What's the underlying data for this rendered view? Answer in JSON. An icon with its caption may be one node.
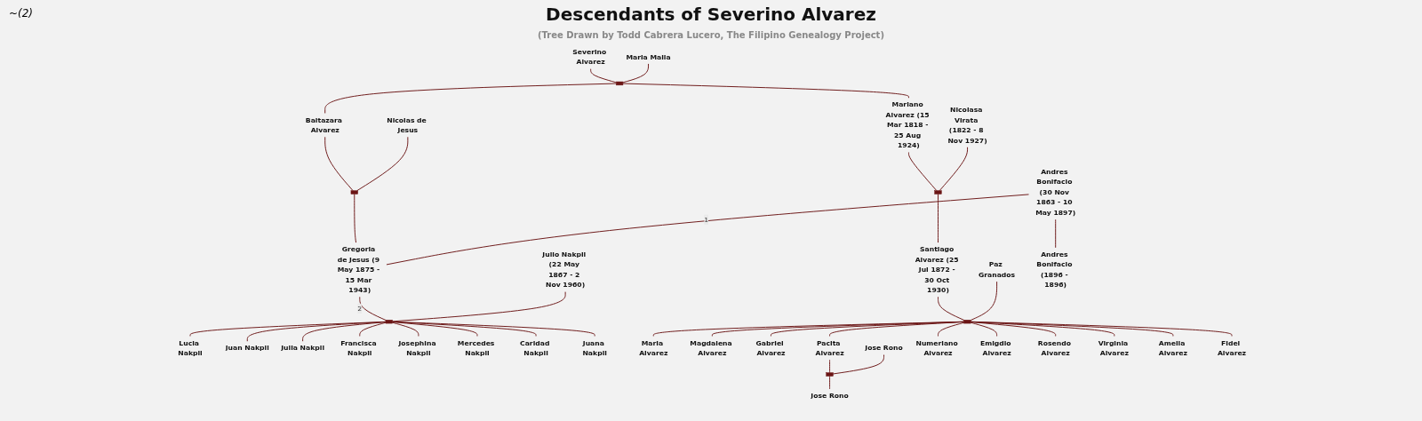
{
  "diagram": {
    "title": "Descendants of Severino Alvarez",
    "caption": "(Tree Drawn by Todd Cabrera Lucero, The Filipino Genealogy Project)",
    "nodes": [
      {
        "text": [
          "Severino Alvarez"
        ]
      },
      {
        "text": [],
        "shape": "bar"
      },
      {
        "text": [
          "Maria Malia"
        ]
      },
      {
        "text": [
          "Baltazara Alvarez"
        ]
      },
      {
        "text": [],
        "shape": "bar"
      },
      {
        "text": [
          "Nicolas de Jesus"
        ]
      },
      {
        "text": [
          "Mariano Alvarez (15 Mar 1818 - 25 Aug 1924)"
        ]
      },
      {
        "text": [],
        "shape": "bar"
      },
      {
        "text": [
          "Nicolasa Virata (1822 - 8 Nov 1927)"
        ]
      },
      {
        "text": [
          "Andres Bonifacio (30 Nov 1863 - 10 May 1897)"
        ]
      },
      {
        "text": [
          "Gregoria de Jesus (9 May 1875 - 15 Mar 1943)"
        ]
      },
      {
        "text": [],
        "shape": "bar"
      },
      {
        "text": [
          "Julio Nakpil (22 May 1867 - 2 Nov 1960)"
        ]
      },
      {
        "text": [
          "Santiago Alvarez (25 Jul 1872 - 30 Oct 1930)"
        ]
      },
      {
        "text": [],
        "shape": "bar"
      },
      {
        "text": [
          "Paz Granados"
        ]
      },
      {
        "text": [
          "Andres Bonifacio (1896 - 1896)"
        ]
      },
      {
        "text": [
          "Lucia Nakpil"
        ]
      },
      {
        "text": [
          "Juan Nakpil"
        ]
      },
      {
        "text": [
          "Julia Nakpil"
        ]
      },
      {
        "text": [
          "Francisca Nakpil"
        ]
      },
      {
        "text": [
          "Josephina Nakpil"
        ]
      },
      {
        "text": [
          "Mercedes Nakpil"
        ]
      },
      {
        "text": [
          "Caridad Nakpil"
        ]
      },
      {
        "text": [
          "Juana Nakpil"
        ]
      },
      {
        "text": [
          "Maria Alvarez"
        ]
      },
      {
        "text": [
          "Magdalena Alvarez"
        ]
      },
      {
        "text": [
          "Gabriel Alvarez"
        ]
      },
      {
        "text": [
          "Pacita Alvarez"
        ]
      },
      {
        "text": [],
        "shape": "bar"
      },
      {
        "text": [
          "Jose Rono"
        ]
      },
      {
        "text": [
          "Numeriano Alvarez"
        ]
      },
      {
        "text": [
          "Emigdio Alvarez"
        ]
      },
      {
        "text": [
          "Rosendo Alvarez"
        ]
      },
      {
        "text": [
          "Virginia Alvarez"
        ]
      },
      {
        "text": [
          "Amelia Alvarez"
        ]
      },
      {
        "text": [
          "Fidel Alvarez"
        ]
      },
      {
        "text": [
          "Jose Rono"
        ]
      }
    ],
    "edges": [
      {
        "from": 0,
        "to": 1,
        "arrow": "none"
      },
      {
        "from": 2,
        "to": 1,
        "arrow": "none"
      },
      {
        "from": 1,
        "to": 3,
        "arrow": "none"
      },
      {
        "from": 1,
        "to": 6,
        "arrow": "none"
      },
      {
        "from": 3,
        "to": 4,
        "arrow": "none"
      },
      {
        "from": 5,
        "to": 4,
        "arrow": "none"
      },
      {
        "from": 4,
        "to": 10,
        "arrow": "none"
      },
      {
        "from": 6,
        "to": 7,
        "arrow": "none"
      },
      {
        "from": 8,
        "to": 7,
        "arrow": "none"
      },
      {
        "from": 7,
        "to": 13,
        "arrow": "none"
      },
      {
        "from": 9,
        "to": 10,
        "label": "1",
        "arrow": "none"
      },
      {
        "from": 10,
        "to": 11,
        "label": "2",
        "arrow": "none"
      },
      {
        "from": 12,
        "to": 11,
        "arrow": "none"
      },
      {
        "from": 13,
        "to": 14,
        "arrow": "none"
      },
      {
        "from": 15,
        "to": 14,
        "arrow": "none"
      },
      {
        "from": 9,
        "to": 16,
        "arrow": "none"
      },
      {
        "from": 11,
        "to": 17,
        "arrow": "none"
      },
      {
        "from": 11,
        "to": 18,
        "arrow": "none"
      },
      {
        "from": 11,
        "to": 19,
        "arrow": "none"
      },
      {
        "from": 11,
        "to": 20,
        "arrow": "none"
      },
      {
        "from": 11,
        "to": 21,
        "arrow": "none"
      },
      {
        "from": 11,
        "to": 22,
        "arrow": "none"
      },
      {
        "from": 11,
        "to": 23,
        "arrow": "none"
      },
      {
        "from": 11,
        "to": 24,
        "arrow": "none"
      },
      {
        "from": 14,
        "to": 25,
        "arrow": "none"
      },
      {
        "from": 14,
        "to": 26,
        "arrow": "none"
      },
      {
        "from": 14,
        "to": 27,
        "arrow": "none"
      },
      {
        "from": 14,
        "to": 28,
        "arrow": "none"
      },
      {
        "from": 14,
        "to": 31,
        "arrow": "none"
      },
      {
        "from": 14,
        "to": 32,
        "arrow": "none"
      },
      {
        "from": 14,
        "to": 33,
        "arrow": "none"
      },
      {
        "from": 14,
        "to": 34,
        "arrow": "none"
      },
      {
        "from": 14,
        "to": 35,
        "arrow": "none"
      },
      {
        "from": 14,
        "to": 36,
        "arrow": "none"
      },
      {
        "from": 28,
        "to": 29,
        "arrow": "none"
      },
      {
        "from": 30,
        "to": 29,
        "arrow": "none"
      },
      {
        "from": 29,
        "to": 37,
        "arrow": "none"
      }
    ],
    "labels": [
      "~(2)"
    ]
  }
}
